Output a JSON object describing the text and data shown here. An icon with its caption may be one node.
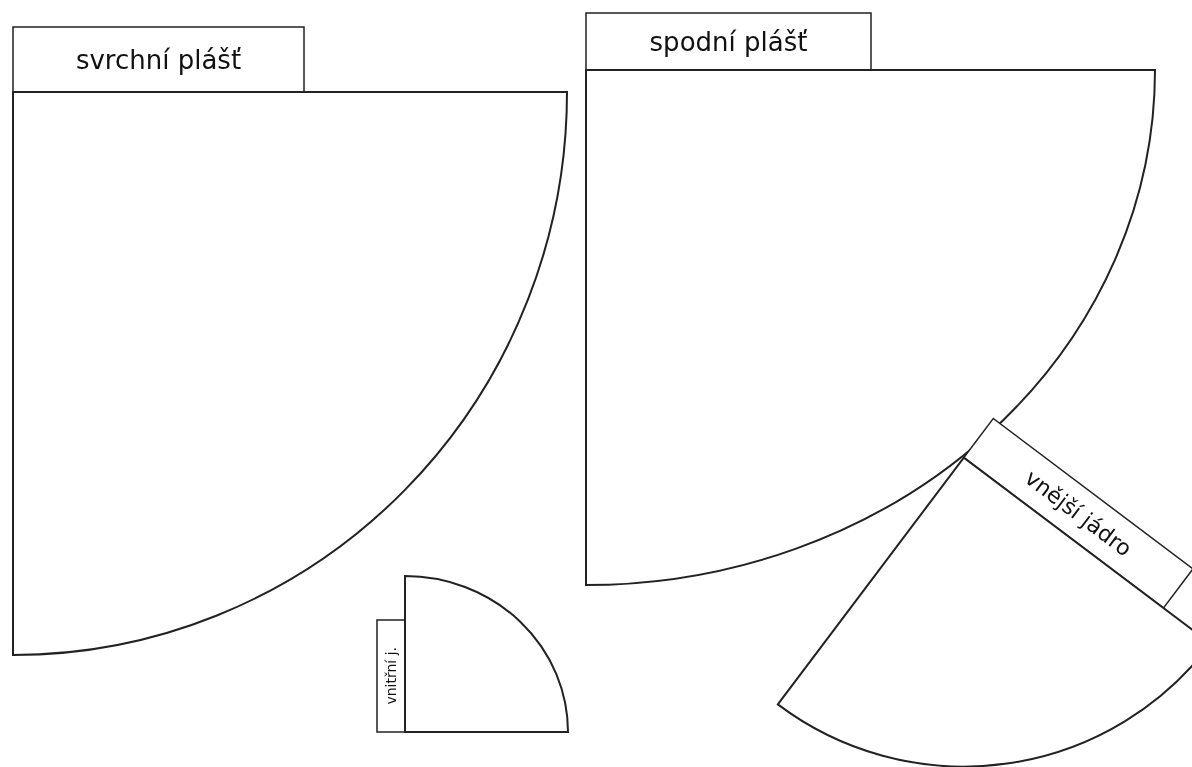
{
  "diagram": {
    "nodes": [
      {
        "text": [
          "svrchní plášť"
        ]
      },
      {
        "text": [
          "spodní plášť"
        ]
      },
      {
        "text": [
          "vnější jádro"
        ]
      },
      {
        "text": [
          "vnitřní j."
        ]
      }
    ]
  }
}
